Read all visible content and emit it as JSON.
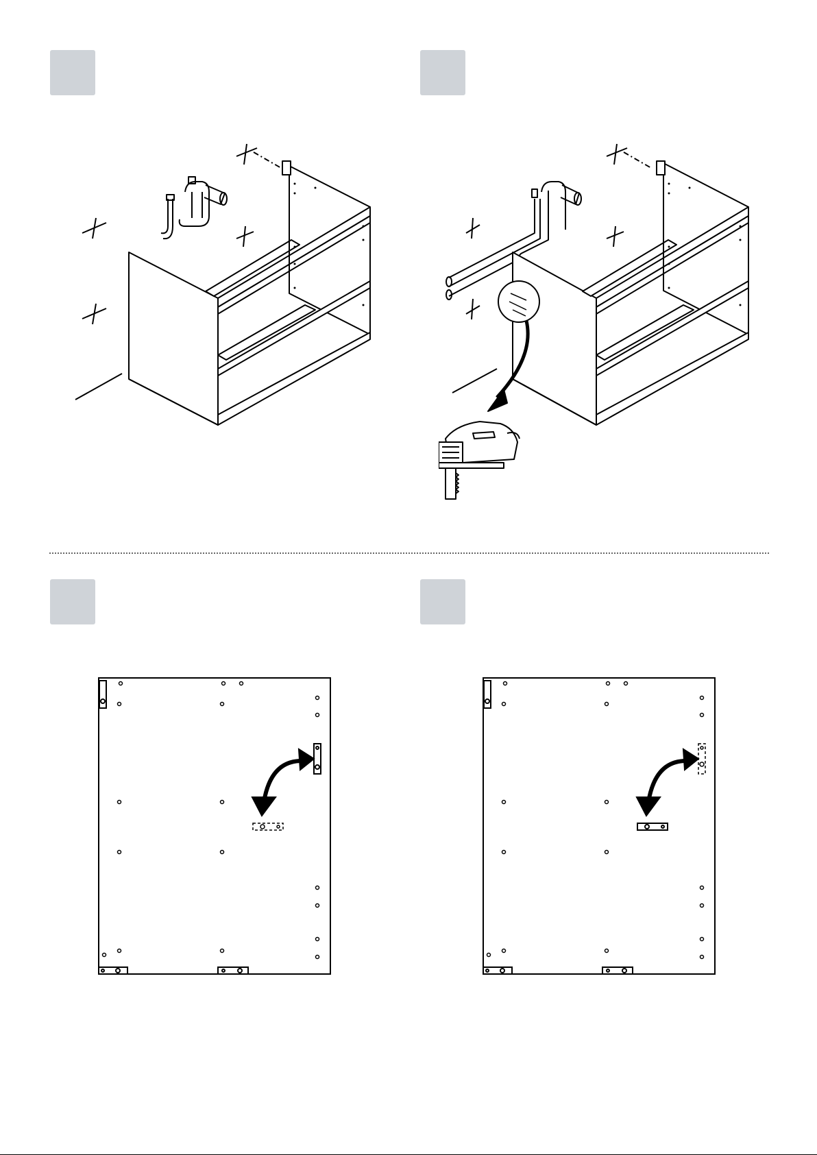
{
  "page": {
    "steps": [
      {
        "id": "step-1",
        "number": "",
        "illustration": "cabinet-with-wall-pipes"
      },
      {
        "id": "step-2",
        "number": "",
        "illustration": "cabinet-cutout-jigsaw"
      },
      {
        "id": "step-3",
        "number": "",
        "illustration": "side-panel-move-bracket-down"
      },
      {
        "id": "step-4",
        "number": "",
        "illustration": "side-panel-bracket-moved"
      }
    ],
    "colors": {
      "badge": "#cfd3d8",
      "line": "#000000",
      "divider": "#666666"
    },
    "icons": [
      "jigsaw-icon",
      "curved-arrow-icon",
      "drill-mark-icon"
    ]
  }
}
